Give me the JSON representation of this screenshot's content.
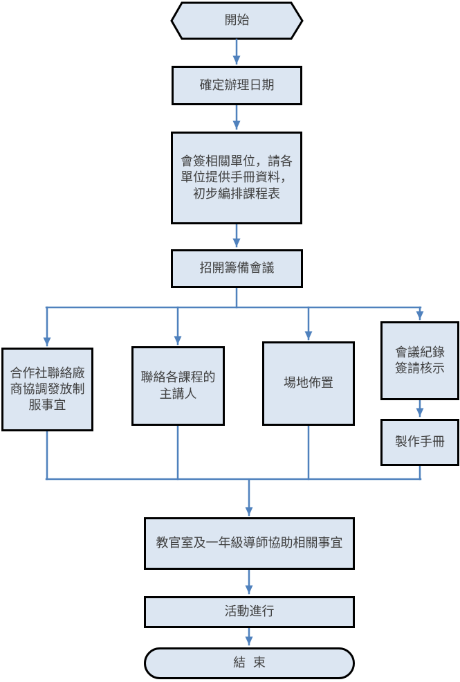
{
  "colors": {
    "line": "#4f81bd",
    "box-fill": "#dce6f2",
    "box-border": "#000000",
    "text": "#404040"
  },
  "diagram": {
    "kind": "flowchart"
  },
  "nodes": {
    "start": {
      "type": "terminator-hexagon",
      "label": "開始"
    },
    "confirm_date": {
      "type": "process",
      "label": "確定辦理日期"
    },
    "countersign_units": {
      "type": "process",
      "label": "會簽相關單位，請各\n單位提供手冊資料，\n初步編排課程表"
    },
    "prep_meeting": {
      "type": "process",
      "label": "招開籌備會議"
    },
    "coop_uniform": {
      "type": "process",
      "label": "合作社聯絡廠\n商協調發放制\n服事宜"
    },
    "contact_speakers": {
      "type": "process",
      "label": "聯絡各課程的\n主講人"
    },
    "venue_setup": {
      "type": "process",
      "label": "場地佈置"
    },
    "meeting_minutes": {
      "type": "process",
      "label": "會議紀錄\n簽請核示"
    },
    "make_handbook": {
      "type": "process",
      "label": "製作手冊"
    },
    "teachers_assist": {
      "type": "process",
      "label": "教官室及一年級導師協助相關事宜"
    },
    "activity_proceed": {
      "type": "process",
      "label": "活動進行"
    },
    "end": {
      "type": "terminator-stadium",
      "label": "結束"
    }
  }
}
